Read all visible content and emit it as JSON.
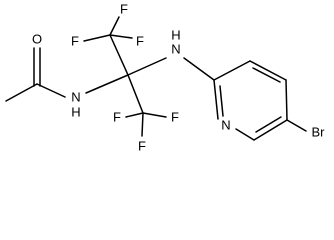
{
  "structure": {
    "atoms": {
      "O": "O",
      "NH_amide": "N",
      "H_amide": "H",
      "NH_amine": "N",
      "H_amine": "H",
      "N_ring": "N",
      "Br": "Br",
      "F_top_1": "F",
      "F_top_2": "F",
      "F_top_3": "F",
      "F_bot_1": "F",
      "F_bot_2": "F",
      "F_bot_3": "F"
    }
  }
}
